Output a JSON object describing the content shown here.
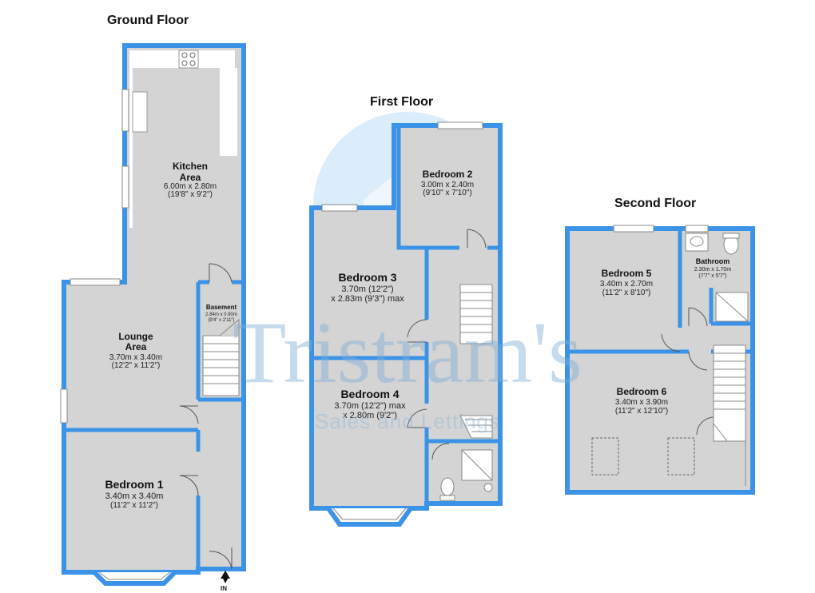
{
  "colors": {
    "wall": "#3a93e6",
    "room_fill": "#d4d4d4",
    "background": "#ffffff",
    "watermark": "#7fb0d8"
  },
  "floors": {
    "ground": {
      "title": "Ground Floor",
      "entrance_label": "IN",
      "rooms": {
        "kitchen": {
          "name_line1": "Kitchen",
          "name_line2": "Area",
          "dim_metric": "6.00m x 2.80m",
          "dim_imperial": "(19'8\" x 9'2\")"
        },
        "basement": {
          "name": "Basement",
          "dim_metric": "2.84m x 0.90m",
          "dim_imperial": "(9'4\" x 2'11\")"
        },
        "lounge": {
          "name_line1": "Lounge",
          "name_line2": "Area",
          "dim_metric": "3.70m x 3.40m",
          "dim_imperial": "(12'2\" x 11'2\")"
        },
        "bedroom1": {
          "name": "Bedroom 1",
          "dim_metric": "3.40m x 3.40m",
          "dim_imperial": "(11'2\" x 11'2\")"
        }
      }
    },
    "first": {
      "title": "First Floor",
      "rooms": {
        "bedroom2": {
          "name": "Bedroom 2",
          "dim_metric": "3.00m x 2.40m",
          "dim_imperial": "(9'10\" x 7'10\")"
        },
        "bedroom3": {
          "name": "Bedroom 3",
          "dim_line1": "3.70m (12'2\")",
          "dim_line2": "x 2.83m (9'3\") max"
        },
        "bedroom4": {
          "name": "Bedroom 4",
          "dim_line1": "3.70m (12'2\") max",
          "dim_line2": "x 2.80m (9'2\")"
        }
      }
    },
    "second": {
      "title": "Second Floor",
      "rooms": {
        "bedroom5": {
          "name": "Bedroom 5",
          "dim_metric": "3.40m x 2.70m",
          "dim_imperial": "(11'2\" x 8'10\")"
        },
        "bathroom": {
          "name": "Bathroom",
          "dim_metric": "2.30m x 1.70m",
          "dim_imperial": "(7'7\" x 5'7\")"
        },
        "bedroom6": {
          "name": "Bedroom 6",
          "dim_metric": "3.40m x 3.90m",
          "dim_imperial": "(11'2\" x 12'10\")"
        }
      }
    }
  },
  "watermark": {
    "brand": "Tristram's",
    "tagline": "Sales and Lettings",
    "logo_icon": "house-icon"
  }
}
